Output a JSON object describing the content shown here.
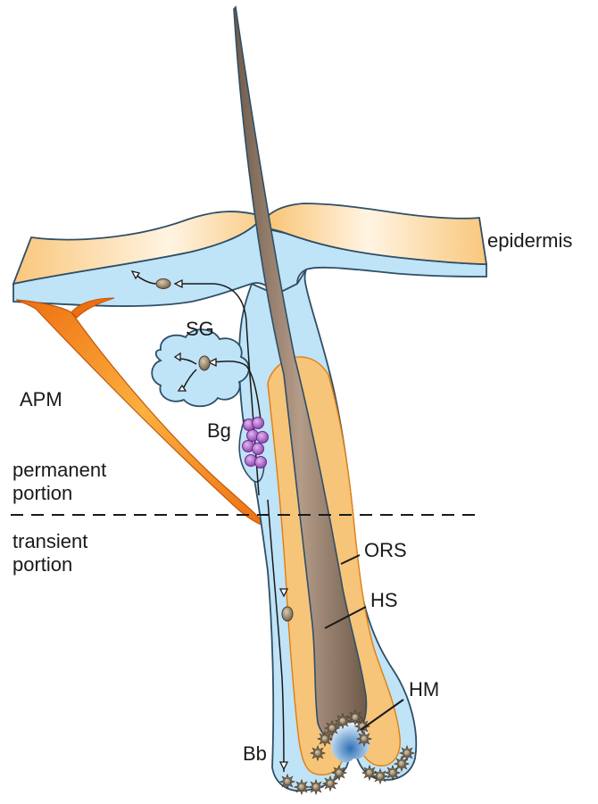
{
  "labels": {
    "epidermis": "epidermis",
    "sg": "SG",
    "apm": "APM",
    "bg": "Bg",
    "permanent_line1": "permanent",
    "permanent_line2": "portion",
    "transient_line1": "transient",
    "transient_line2": "portion",
    "ors": "ORS",
    "hs": "HS",
    "hm": "HM",
    "bb": "Bb"
  },
  "colors": {
    "epidermis_fill": "#f9c77c",
    "epidermis_light": "#fff4e2",
    "sheath_blue": "#bfe3f7",
    "outline": "#2f4f66",
    "muscle_orange": "#ee6f10",
    "muscle_light": "#fbb040",
    "hair_shaft": "#9c8472",
    "hair_shaft_dark": "#6f5a4a",
    "stem_cell_purple": "#a060c0",
    "cell_brown": "#8a7a62",
    "inner_sheath": "#f5b85a",
    "papilla_blue": "#4a86c5"
  },
  "icons": {
    "melanocyte": "spiky-cell-icon",
    "stem_cell": "stem-cell-cluster-icon",
    "migration": "open-arrowhead-icon"
  }
}
